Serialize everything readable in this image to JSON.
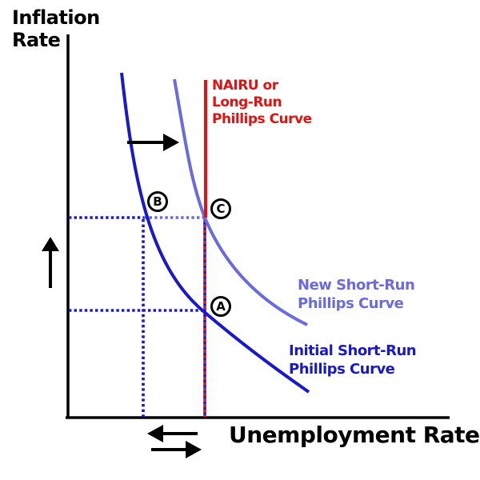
{
  "y_axis_label": {
    "line1": "Inflation",
    "line2": "Rate"
  },
  "x_axis_label": "Unemployment Rate",
  "labels": {
    "nairu": {
      "line1": "NAIRU or",
      "line2": "Long-Run",
      "line3": "Phillips Curve"
    },
    "new_short_run": {
      "line1": "New Short-Run",
      "line2": "Phillips Curve"
    },
    "initial_short_run": {
      "line1": "Initial Short-Run",
      "line2": "Phillips Curve"
    }
  },
  "points": {
    "a": "A",
    "b": "B",
    "c": "C"
  },
  "arrows": {
    "curve_shift_direction": "right",
    "inflation_direction": "up",
    "unemployment_directions": "left-right"
  },
  "colors": {
    "axis": "#000000",
    "initial_curve": "#1818cc",
    "new_curve": "#6b6be0",
    "nairu_red": "#e01212",
    "background": "#ffffff"
  }
}
